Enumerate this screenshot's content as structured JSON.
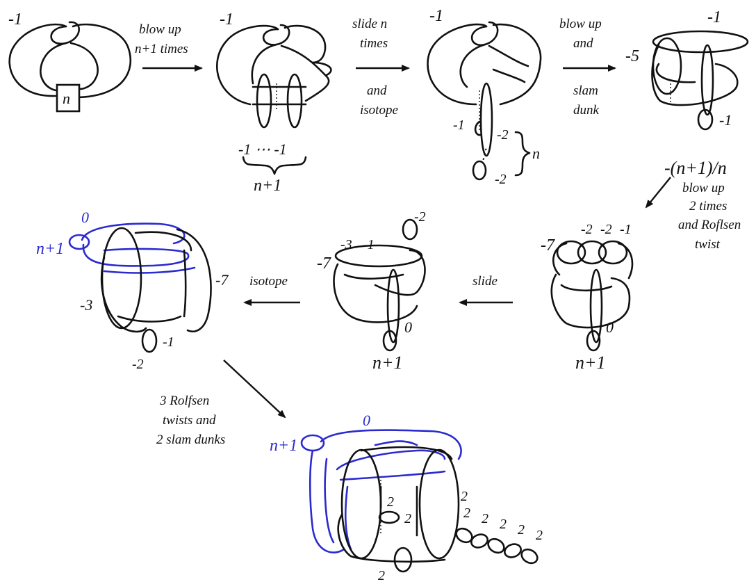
{
  "colors": {
    "ink": "#111111",
    "blue": "#2a2ad0"
  },
  "arrows": {
    "a1": [
      "blow up",
      "n+1 times"
    ],
    "a2": [
      "slide n",
      "times",
      "and",
      "isotope"
    ],
    "a3": [
      "blow up",
      "and",
      "slam",
      "dunk"
    ],
    "a4": [
      "blow up",
      "2 times",
      "and Roflsen",
      "twist"
    ],
    "a5": [
      "slide"
    ],
    "a6": [
      "isotope"
    ],
    "a7": [
      "3 Rolfsen",
      "twists and",
      "2 slam dunks"
    ]
  },
  "fig1": {
    "framing": "-1",
    "box": "n"
  },
  "fig2": {
    "framing": "-1",
    "bottom": "-1 ⋯ -1",
    "count": "n+1"
  },
  "fig3": {
    "framing": "-1",
    "c1": "-1",
    "c2": "-2",
    "c3": "-2",
    "n": "n",
    "dots": "⋮"
  },
  "fig4": {
    "top": "-1",
    "left": "-5",
    "right": "-1",
    "bottom": "-(n+1)/n"
  },
  "fig5": {
    "left": "-7",
    "a": "-2",
    "b": "-2",
    "c": "-1",
    "zero": "0",
    "np1": "n+1"
  },
  "fig6": {
    "left": "-7",
    "a": "-3",
    "b": "-1",
    "c": "-2",
    "zero": "0",
    "np1": "n+1"
  },
  "fig7": {
    "zero": "0",
    "np1": "n+1",
    "right": "-7",
    "left": "-3",
    "one": "-1",
    "two": "-2"
  },
  "fig8": {
    "zero": "0",
    "np1": "n+1",
    "i1": "2",
    "i2": "2",
    "bottom": "2",
    "chain": [
      "2",
      "2",
      "2",
      "2",
      "2",
      "2"
    ]
  }
}
